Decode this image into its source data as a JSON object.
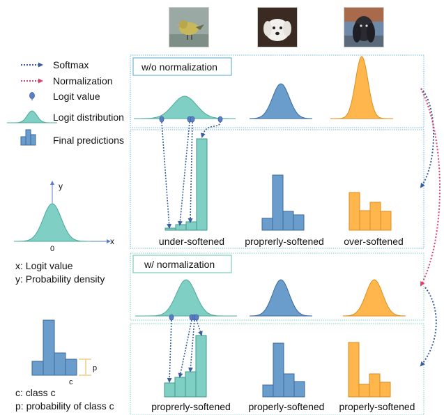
{
  "legend": {
    "softmax": "Softmax",
    "normalization": "Normalization",
    "logit_value": "Logit value",
    "logit_distribution": "Logit distribution",
    "final_predictions": "Final predictions"
  },
  "axes_example": {
    "y_label": "y",
    "x_label": "x",
    "origin": "0",
    "x_desc": "x: Logit value",
    "y_desc": "y: Probability density"
  },
  "bar_example": {
    "p_label": "p",
    "c_label": "c",
    "c_desc": "c: class c",
    "p_desc": "p: probability of class c"
  },
  "panels": {
    "wo_norm_title": "w/o normalization",
    "w_norm_title": "w/ normalization"
  },
  "captions_top": [
    "under-softened",
    "proprerly-softened",
    "over-softened"
  ],
  "captions_bottom": [
    "proprerly-softened",
    "properly-softened",
    "properly-softened"
  ],
  "images": [
    {
      "subject": "bird",
      "icon": "bird-photo-icon"
    },
    {
      "subject": "white dog",
      "icon": "white-dog-photo-icon"
    },
    {
      "subject": "black dog",
      "icon": "black-dog-photo-icon"
    }
  ],
  "colors": {
    "teal": "#7fcfc4",
    "blue": "#6a9ccc",
    "orange": "#ffb74d",
    "softmax_arrow": "#3a5d9e",
    "normalization_arrow": "#e0406a",
    "panel_border_blue": "#6fb4d8",
    "panel_border_teal": "#7ccfb8"
  }
}
